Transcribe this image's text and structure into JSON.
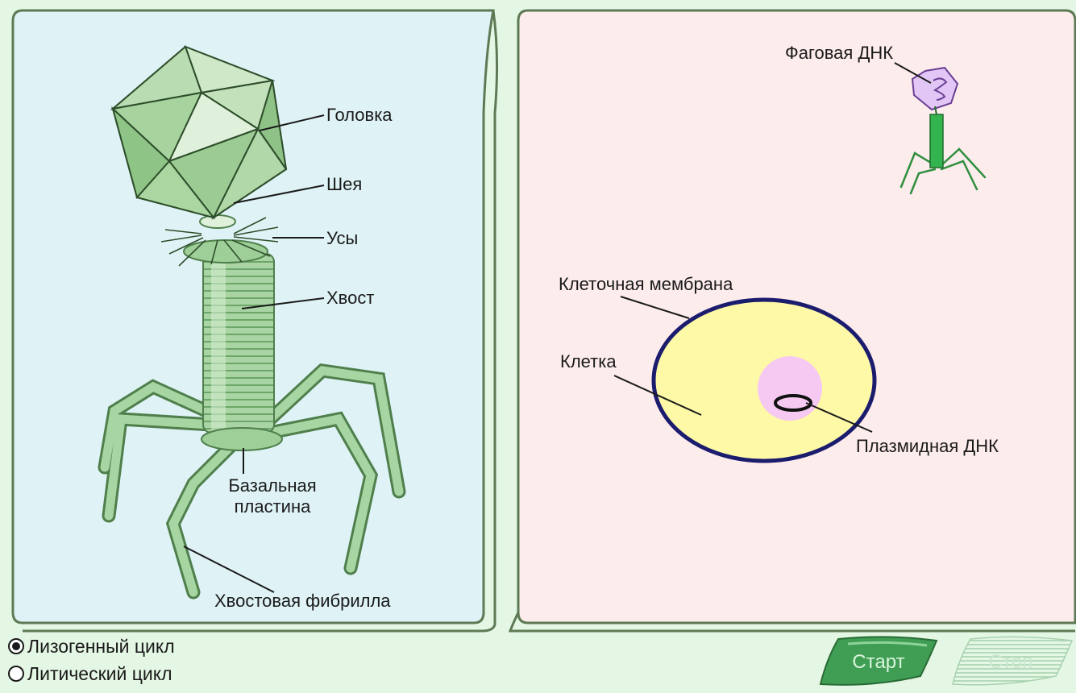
{
  "left_panel": {
    "labels": {
      "head": "Головка",
      "neck": "Шея",
      "whiskers": "Усы",
      "tail": "Хвост",
      "base_plate": "Базальная\nпластина",
      "tail_fiber": "Хвостовая фибрилла"
    }
  },
  "right_panel": {
    "labels": {
      "phage_dna": "Фаговая ДНК",
      "cell_membrane": "Клеточная мембрана",
      "cell": "Клетка",
      "plasmid_dna": "Плазмидная ДНК"
    }
  },
  "controls": {
    "radios": [
      {
        "label": "Лизогенный цикл",
        "selected": true
      },
      {
        "label": "Литический цикл",
        "selected": false
      }
    ],
    "start_label": "Старт",
    "stop_label": "Стоп",
    "stop_enabled": false
  },
  "colors": {
    "background": "#e4f6e4",
    "left_panel_fill": "#dff3f6",
    "right_panel_fill": "#fdecec",
    "panel_border": "#5d7a55",
    "cell_fill": "#fdf9a6",
    "cell_membrane": "#1c1c6e",
    "nucleoid": "#f6c9f2",
    "phage_green": "#7fbf7f",
    "button_green": "#3f9e53"
  }
}
